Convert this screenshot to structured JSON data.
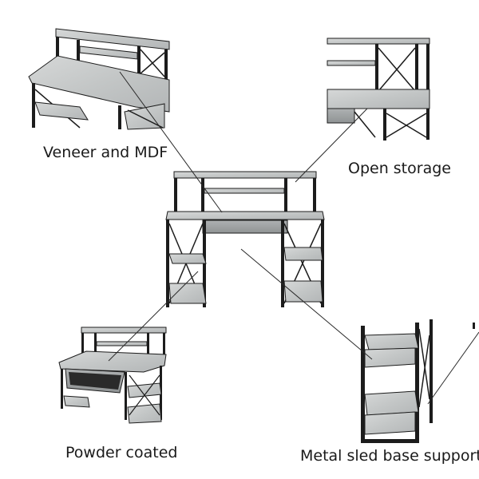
{
  "features": [
    {
      "label": "Veneer and MDF"
    },
    {
      "label": "Open storage"
    },
    {
      "label": "Powder coated"
    },
    {
      "label": "Metal sled base support"
    }
  ],
  "colors": {
    "frame": "#1c1c1c",
    "concrete": "#c9cbcb",
    "concrete_dark": "#9ea1a2",
    "leader": "#2a2a2a",
    "text": "#1a1a1a"
  }
}
